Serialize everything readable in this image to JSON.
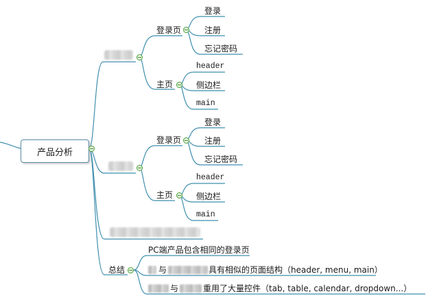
{
  "root": {
    "label": "产品分析"
  },
  "groups": [
    {
      "login_label": "登录页",
      "login_items": [
        "登录",
        "注册",
        "忘记密码"
      ],
      "main_label": "主页",
      "main_items": [
        "header",
        "侧边栏",
        "main"
      ]
    },
    {
      "login_label": "登录页",
      "login_items": [
        "登录",
        "注册",
        "忘记密码"
      ],
      "main_label": "主页",
      "main_items": [
        "header",
        "侧边栏",
        "main"
      ]
    }
  ],
  "summary": {
    "label": "总结",
    "items": [
      "PC端产品包含相同的登录页",
      "具有相似的页面结构（header, menu, main）",
      "重用了大量控件（tab, table, calendar, dropdown...）"
    ],
    "joiners": [
      "与",
      "与"
    ]
  }
}
